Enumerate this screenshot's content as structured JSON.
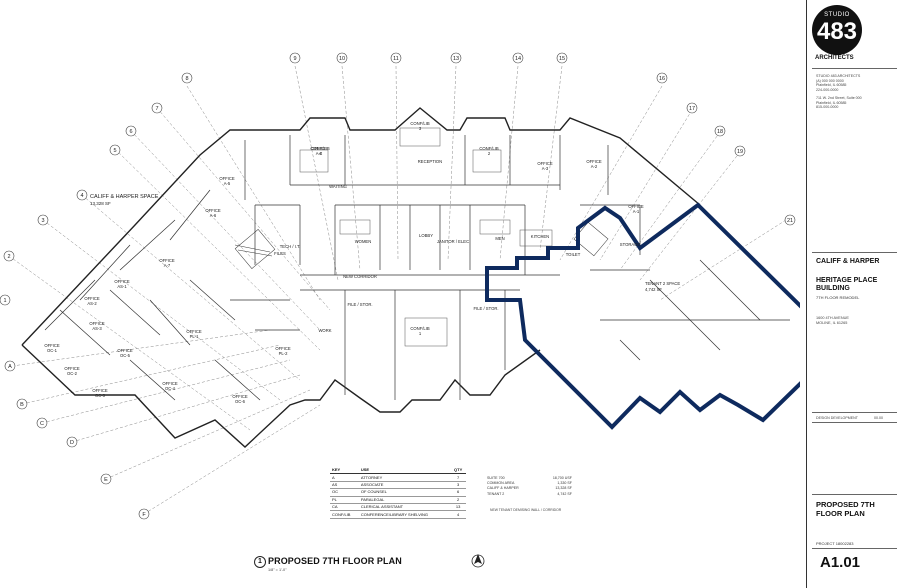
{
  "firm": {
    "studio_word": "STUDIO",
    "studio_number": "483",
    "name": "ARCHITECTS",
    "office_lines": [
      "STUDIO 483 ARCHITECTS",
      "(A) 000 000 0000",
      "Plainfield, IL 60585",
      "224-000-0000"
    ],
    "office2_lines": [
      "711 W. 2nd Street, Suite 000",
      "Plainfield, IL 60585",
      "815-000-0000"
    ]
  },
  "project": {
    "client": "CALIFF & HARPER",
    "building": "HERITAGE PLACE BUILDING",
    "scope": "7TH FLOOR REMODEL",
    "address_lines": [
      "1600 4TH AVENUE",
      "MOLINE, IL 61265"
    ],
    "revision": "DESIGN DEVELOPMENT",
    "revision_date": "00.00",
    "project_number": "PROJECT 18002283"
  },
  "sheet": {
    "title": "PROPOSED 7TH FLOOR PLAN",
    "number": "A1.01",
    "drawing_number": "1",
    "drawing_title": "PROPOSED 7TH FLOOR PLAN",
    "drawing_scale": "1/8\" = 1'-0\""
  },
  "plan": {
    "space_label": "CALIFF & HARPER SPACE",
    "space_area": "13,328 SF",
    "tenant_label": "TENANT 2 SPACE",
    "tenant_area": "4,742 SF",
    "highlight_color": "#0e2a5e",
    "grid_numbers": [
      "8",
      "9",
      "10",
      "11",
      "13",
      "14",
      "15",
      "16",
      "17",
      "18",
      "19",
      "21",
      "7",
      "6",
      "5",
      "4",
      "3",
      "2",
      "1"
    ],
    "grid_letters": [
      "A",
      "B",
      "C",
      "D",
      "E",
      "F"
    ],
    "rooms": [
      {
        "name": "OFFICE",
        "code": "A-5"
      },
      {
        "name": "OFFICE",
        "code": "A-6"
      },
      {
        "name": "OFFICE",
        "code": "A-7"
      },
      {
        "name": "OFFICE",
        "code": "A-4"
      },
      {
        "name": "OFFICE",
        "code": "A-3"
      },
      {
        "name": "OFFICE",
        "code": "A-2"
      },
      {
        "name": "OFFICE",
        "code": "A-1"
      },
      {
        "name": "OFFICE",
        "code": "AS-1"
      },
      {
        "name": "OFFICE",
        "code": "AS-2"
      },
      {
        "name": "OFFICE",
        "code": "AS-3"
      },
      {
        "name": "OFFICE",
        "code": "OC-1"
      },
      {
        "name": "OFFICE",
        "code": "OC-2"
      },
      {
        "name": "OFFICE",
        "code": "OC-3"
      },
      {
        "name": "OFFICE",
        "code": "OC-4"
      },
      {
        "name": "OFFICE",
        "code": "OC-5"
      },
      {
        "name": "OFFICE",
        "code": "OC-6"
      },
      {
        "name": "OFFICE",
        "code": "PL-1"
      },
      {
        "name": "OFFICE",
        "code": "PL-2"
      },
      {
        "name": "CONF/LIB",
        "code": "1"
      },
      {
        "name": "CONF/LIB",
        "code": "2"
      },
      {
        "name": "CONF/LIB",
        "code": "3"
      },
      {
        "name": "CONF/LIB",
        "code": "4"
      },
      {
        "name": "WAITING",
        "code": ""
      },
      {
        "name": "RECEPTION",
        "code": ""
      },
      {
        "name": "WOMEN",
        "code": ""
      },
      {
        "name": "MEN",
        "code": ""
      },
      {
        "name": "LOBBY",
        "code": ""
      },
      {
        "name": "JANITOR / ELEC",
        "code": ""
      },
      {
        "name": "KITCHEN",
        "code": ""
      },
      {
        "name": "TECH / I.T.",
        "code": ""
      },
      {
        "name": "FILES",
        "code": ""
      },
      {
        "name": "FILE / STOR.",
        "code": ""
      },
      {
        "name": "FILE / STOR.",
        "code": ""
      },
      {
        "name": "WORK",
        "code": ""
      },
      {
        "name": "TOILET",
        "code": ""
      },
      {
        "name": "STORAGE",
        "code": ""
      },
      {
        "name": "NEW CORRIDOR",
        "code": ""
      }
    ]
  },
  "legend": {
    "headers": [
      "KEY",
      "USE",
      "QTY"
    ],
    "rows": [
      [
        "A",
        "ATTORNEY",
        "7"
      ],
      [
        "AS",
        "ASSOCIATE",
        "3"
      ],
      [
        "OC",
        "OF COUNSEL",
        "6"
      ],
      [
        "PL",
        "PARALEGAL",
        "2"
      ],
      [
        "CA",
        "CLERICAL ASSISTANT",
        "13"
      ],
      [
        "CONF/LIB",
        "CONFERENCE/LIBRARY SHELVING",
        "4"
      ]
    ]
  },
  "areas": {
    "rows": [
      [
        "SUITE 700",
        "18,700 USF"
      ],
      [
        "COMMON AREA",
        "1,330 SF"
      ],
      [
        "CALIFF & HARPER",
        "13,328 SF"
      ],
      [
        "TENANT 2",
        "4,742 SF"
      ]
    ],
    "note": "NEW TENANT DEMISING WALL / CORRIDOR"
  }
}
